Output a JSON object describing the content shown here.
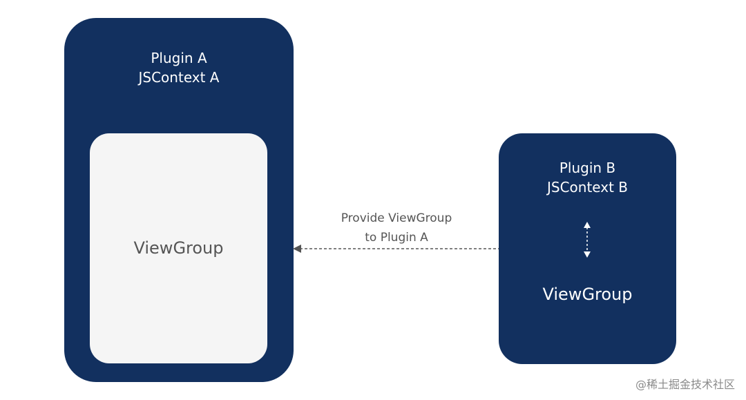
{
  "colors": {
    "dark_box": "#12305f",
    "inner_box": "#f5f5f5",
    "label_text": "#555555",
    "connector": "#555555"
  },
  "plugin_a": {
    "title_line1": "Plugin A",
    "title_line2": "JSContext A",
    "viewgroup_label": "ViewGroup"
  },
  "plugin_b": {
    "title_line1": "Plugin B",
    "title_line2": "JSContext B",
    "viewgroup_label": "ViewGroup",
    "arrow_icon": "double-arrow-vertical-dashed"
  },
  "connector": {
    "label_line1": "Provide ViewGroup",
    "label_line2": "to Plugin A",
    "icon": "dashed-arrow-left"
  },
  "watermark": "@稀土掘金技术社区"
}
